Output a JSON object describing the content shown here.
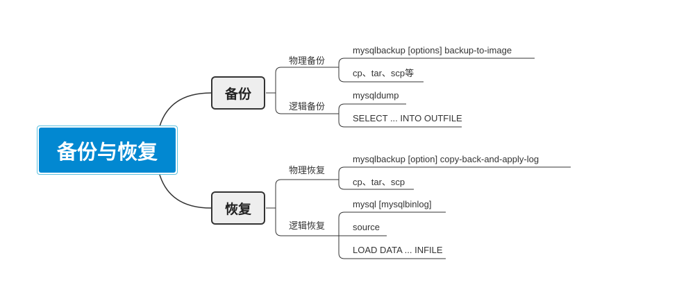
{
  "root": {
    "label": "备份与恢复"
  },
  "branches": [
    {
      "label": "备份",
      "children": [
        {
          "label": "物理备份",
          "leaves": [
            "mysqlbackup [options] backup-to-image",
            "cp、tar、scp等"
          ]
        },
        {
          "label": "逻辑备份",
          "leaves": [
            "mysqldump",
            "SELECT ... INTO OUTFILE"
          ]
        }
      ]
    },
    {
      "label": "恢复",
      "children": [
        {
          "label": "物理恢复",
          "leaves": [
            "mysqlbackup [option] copy-back-and-apply-log",
            "cp、tar、scp"
          ]
        },
        {
          "label": "逻辑恢复",
          "leaves": [
            "mysql [mysqlbinlog]",
            "source",
            "LOAD DATA ... INFILE"
          ]
        }
      ]
    }
  ],
  "colors": {
    "root_fill": "#0288d1",
    "root_border": "#5bc0de",
    "topic_fill": "#eeeeee",
    "line": "#333333"
  }
}
